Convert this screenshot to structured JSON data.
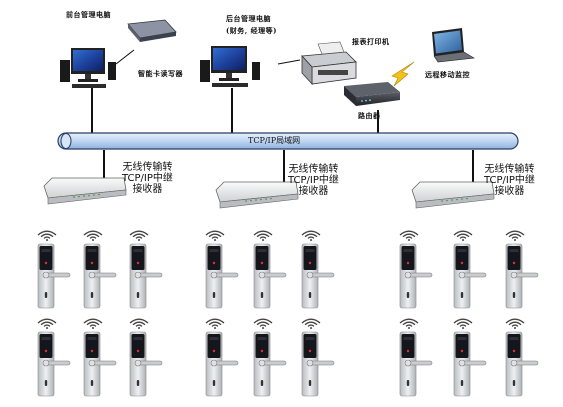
{
  "nodes": {
    "front_desk_pc": "前台管理电脑",
    "handheld_reader": "智能卡读写器",
    "backend_pc_line1": "后台管理电脑",
    "backend_pc_line2": "(财务, 经理等)",
    "report_printer": "报表打印机",
    "remote_monitor": "远程移动监控",
    "router": "路由器",
    "network_bus": "TCP/IP局域网"
  },
  "receiver": {
    "line1": "无线传输转",
    "line2": "TCP/IP中继",
    "line3": "接收器"
  },
  "groups": [
    {
      "id": "group-left"
    },
    {
      "id": "group-center"
    },
    {
      "id": "group-right"
    }
  ],
  "locks_per_group": 6,
  "colors": {
    "bus_fill": "#bfd6f2",
    "bus_stroke": "#2a3f66",
    "lock_plate": "#d6d8da",
    "lock_panel": "#15161b",
    "wifi": "#444444"
  }
}
